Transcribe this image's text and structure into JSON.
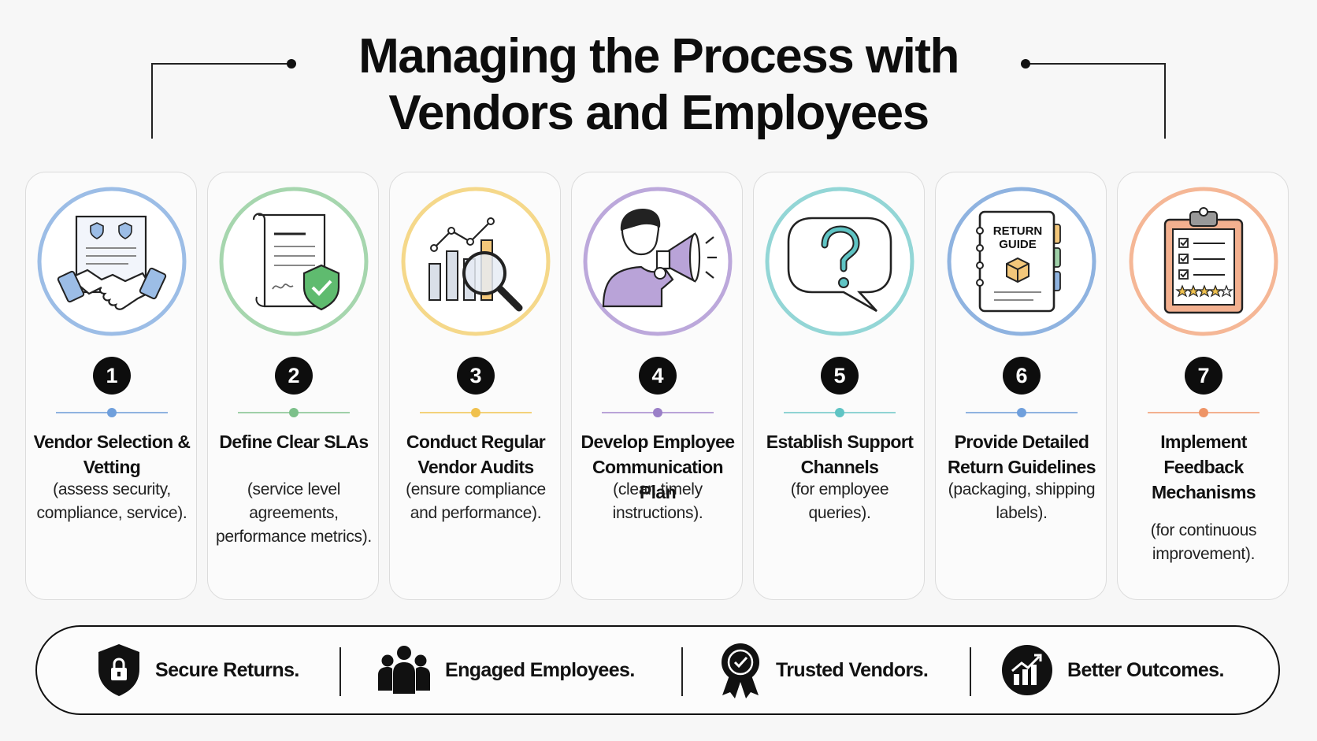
{
  "title": {
    "line1": "Managing the Process with",
    "line2": "Vendors and Employees"
  },
  "steps": [
    {
      "number": "1",
      "title": "Vendor Selection & Vetting",
      "description": "(assess security, compliance, service).",
      "color": "#8fb3e0",
      "icon": "handshake-certificate-icon"
    },
    {
      "number": "2",
      "title": "Define Clear SLAs",
      "description": "(service level agreements, performance metrics).",
      "color": "#9fd0a8",
      "icon": "contract-shield-icon"
    },
    {
      "number": "3",
      "title": "Conduct Regular Vendor Audits",
      "description": "(ensure compliance and performance).",
      "color": "#f3d27a",
      "icon": "chart-magnifier-icon"
    },
    {
      "number": "4",
      "title": "Develop Employee Communication Plan",
      "description": "(clear, timely instructions).",
      "color": "#b9a3d8",
      "icon": "person-megaphone-icon"
    },
    {
      "number": "5",
      "title": "Establish Support Channels",
      "description": "(for employee queries).",
      "color": "#8fd3d3",
      "icon": "question-bubble-icon"
    },
    {
      "number": "6",
      "title": "Provide Detailed Return Guidelines",
      "description": "(packaging, shipping labels).",
      "color": "#8fb3e0",
      "icon": "return-guide-book-icon",
      "book_text_1": "RETURN",
      "book_text_2": "GUIDE"
    },
    {
      "number": "7",
      "title": "Implement Feedback Mechanisms",
      "description": "(for continuous improvement).",
      "color": "#f3b08f",
      "icon": "feedback-clipboard-icon"
    }
  ],
  "outcomes": [
    {
      "label": "Secure Returns.",
      "icon": "shield-lock-icon"
    },
    {
      "label": "Engaged Employees.",
      "icon": "people-group-icon"
    },
    {
      "label": "Trusted Vendors.",
      "icon": "award-badge-icon"
    },
    {
      "label": "Better Outcomes.",
      "icon": "growth-chart-icon"
    }
  ]
}
